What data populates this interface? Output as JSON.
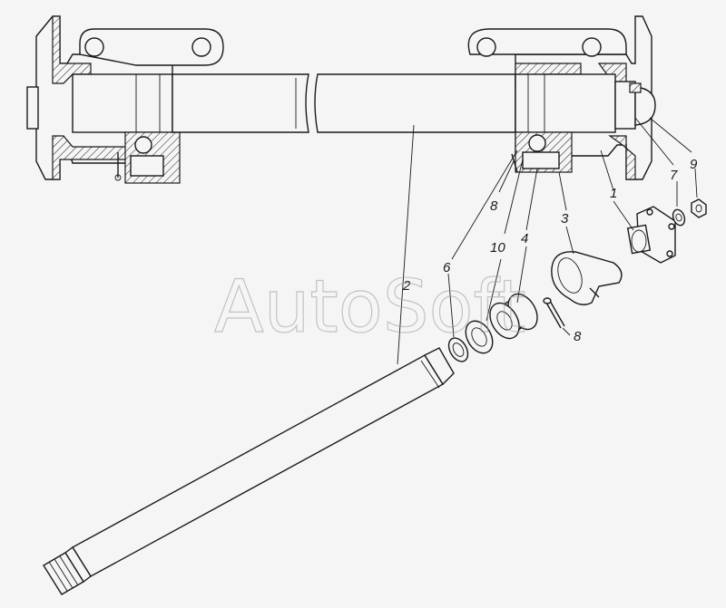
{
  "watermark": "AutoSoft",
  "callouts": {
    "c1": "1",
    "c2": "2",
    "c3": "3",
    "c4": "4",
    "c6": "6",
    "c7": "7",
    "c8a": "8",
    "c8b": "8",
    "c9": "9",
    "c10": "10"
  }
}
